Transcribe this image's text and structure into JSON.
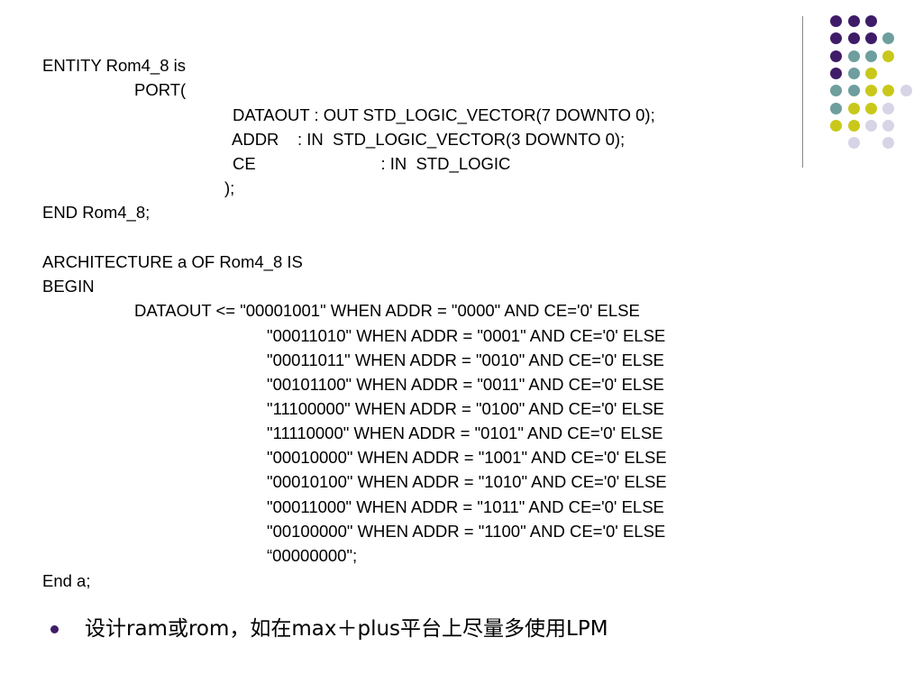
{
  "colors": {
    "purple": "#3f1c68",
    "teal": "#6e9e9e",
    "yellow": "#c9c81a",
    "lavender": "#d6d4e6",
    "bullet": "#3f1c68"
  },
  "decoration": {
    "dot_grid": [
      [
        "",
        "purple",
        "purple",
        "purple",
        ""
      ],
      [
        "",
        "purple",
        "purple",
        "purple",
        "teal"
      ],
      [
        "",
        "purple",
        "teal",
        "teal",
        "yellow"
      ],
      [
        "",
        "purple",
        "teal",
        "yellow",
        ""
      ],
      [
        "",
        "teal",
        "teal",
        "yellow",
        "yellow",
        "lavender"
      ],
      [
        "",
        "teal",
        "yellow",
        "yellow",
        "lavender"
      ],
      [
        "",
        "yellow",
        "yellow",
        "lavender",
        "lavender"
      ],
      [
        "",
        "",
        "lavender",
        "",
        "lavender"
      ]
    ]
  },
  "code": {
    "lines": [
      "ENTITY Rom4_8 is",
      "PORT(",
      "DATAOUT : OUT STD_LOGIC_VECTOR(7 DOWNTO 0);",
      "ADDR    : IN  STD_LOGIC_VECTOR(3 DOWNTO 0);",
      "CE                           : IN  STD_LOGIC",
      ");",
      "END Rom4_8;",
      "ARCHITECTURE a OF Rom4_8 IS",
      "BEGIN",
      "DATAOUT <= \"00001001\" WHEN ADDR = \"0000\" AND CE='0' ELSE",
      "\"00011010\" WHEN ADDR = \"0001\" AND CE='0' ELSE",
      "\"00011011\" WHEN ADDR = \"0010\" AND CE='0' ELSE",
      "\"00101100\" WHEN ADDR = \"0011\" AND CE='0' ELSE",
      "\"11100000\" WHEN ADDR = \"0100\" AND CE='0' ELSE",
      "\"11110000\" WHEN ADDR = \"0101\" AND CE='0' ELSE",
      "\"00010000\" WHEN ADDR = \"1001\" AND CE='0' ELSE",
      "\"00010100\" WHEN ADDR = \"1010\" AND CE='0' ELSE",
      "\"00011000\" WHEN ADDR = \"1011\" AND CE='0' ELSE",
      "\"00100000\" WHEN ADDR = \"1100\" AND CE='0' ELSE",
      "“00000000\";",
      "End a;"
    ]
  },
  "bullet": {
    "text": "设计ram或rom，如在max＋plus平台上尽量多使用LPM"
  }
}
